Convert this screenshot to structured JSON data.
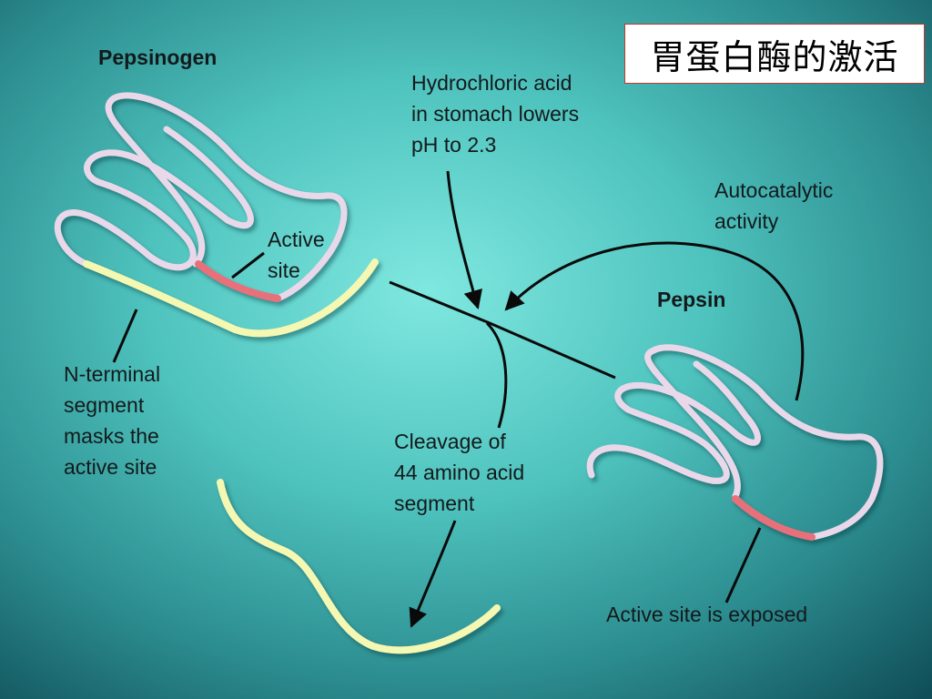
{
  "title": "胃蛋白酶的激活",
  "labels": {
    "pepsinogen": "Pepsinogen",
    "pepsin": "Pepsin",
    "hcl_line1": "Hydrochloric acid",
    "hcl_line2": "in stomach lowers",
    "hcl_line3": "pH to 2.3",
    "auto_line1": "Autocatalytic",
    "auto_line2": "activity",
    "active_line1": "Active",
    "active_line2": "site",
    "nterm_line1": "N-terminal",
    "nterm_line2": "segment",
    "nterm_line3": "masks the",
    "nterm_line4": "active site",
    "cleave_line1": "Cleavage of",
    "cleave_line2": "44 amino acid",
    "cleave_line3": "segment",
    "exposed": "Active site is exposed"
  },
  "colors": {
    "chain": "#e9d8ea",
    "active_site": "#e8707a",
    "n_terminal": "#f5f8b2",
    "line": "#0a0a0a",
    "title_border": "#c0392b"
  }
}
